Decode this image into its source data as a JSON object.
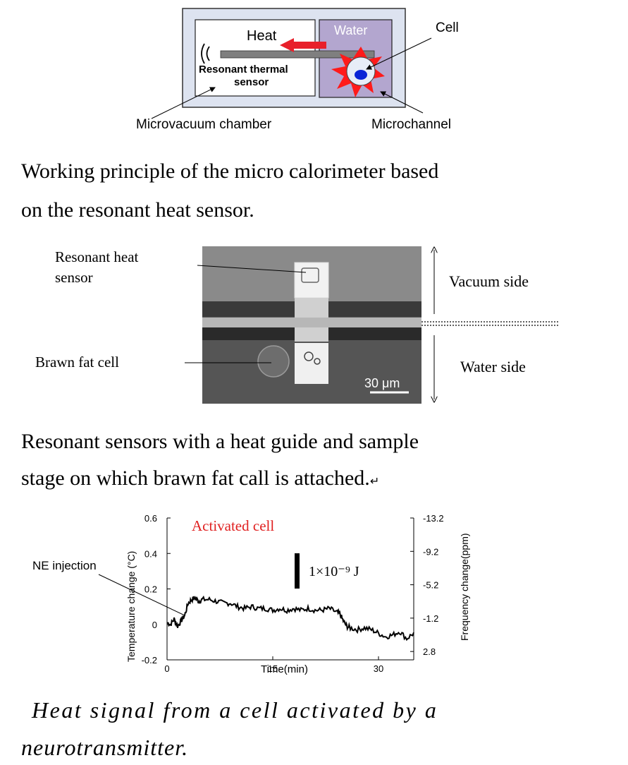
{
  "figure1": {
    "heat_label": "Heat",
    "water_label": "Water",
    "cell_label": "Cell",
    "sensor_label_line1": "Resonant thermal",
    "sensor_label_line2": "sensor",
    "chamber_label": "Microvacuum chamber",
    "microchannel_label": "Microchannel",
    "colors": {
      "outer_box": "#dde3f0",
      "water": "#b3a6cf",
      "heat_arrow": "#e8202a",
      "burst": "#ff1a1a",
      "nucleus": "#0a24d6",
      "bar": "#7f7f7f"
    },
    "caption_line1": "Working principle of the micro calorimeter based",
    "caption_line2": "on the resonant heat sensor."
  },
  "figure2": {
    "sensor_label_line1": "Resonant heat",
    "sensor_label_line2": "sensor",
    "cell_label": "Brawn fat cell",
    "vacuum_label": "Vacuum side",
    "water_label": "Water side",
    "scale_label": "30 μm",
    "caption_line1": "Resonant sensors with a heat guide and sample",
    "caption_line2": "stage on which brawn fat call is attached.",
    "caption_mark": "↵"
  },
  "figure3": {
    "caption_line1": "Heat signal from a cell activated by a",
    "caption_line2": "neurotransmitter."
  },
  "chart_data": {
    "type": "line",
    "title": "Activated cell",
    "title_color": "#e02020",
    "xlabel": "Time(min)",
    "ylabel": "Temperature change (°C)",
    "y2label": "Frequency change(ppm)",
    "xlim": [
      0,
      35
    ],
    "ylim": [
      -0.2,
      0.6
    ],
    "x_ticks": [
      "0",
      "15",
      "30"
    ],
    "x_tick_values": [
      0,
      15,
      30
    ],
    "y_ticks": [
      "-0.2",
      "0",
      "0.2",
      "0.4",
      "0.6"
    ],
    "y_tick_values": [
      -0.2,
      0,
      0.2,
      0.4,
      0.6
    ],
    "y2_ticks": [
      "2.8",
      "-1.2",
      "-5.2",
      "-9.2",
      "-13.2"
    ],
    "y2_tick_values": [
      2.8,
      -1.2,
      -5.2,
      -9.2,
      -13.2
    ],
    "y2lim": [
      3.8,
      -13.2
    ],
    "grid": false,
    "annotation_injection": "NE injection",
    "annotation_scale": "1×10⁻⁹ J",
    "series": [
      {
        "x": [
          0,
          0.5,
          1,
          1.5,
          2,
          2.5,
          3,
          3.5,
          4,
          4.5,
          5,
          6,
          7,
          8,
          9,
          10,
          11,
          12,
          13,
          14,
          15,
          16,
          17,
          18,
          19,
          20,
          21,
          22,
          23,
          24,
          24.5,
          25,
          25.5,
          26,
          27,
          28,
          29,
          30,
          31,
          32,
          33,
          34,
          35
        ],
        "values": [
          0.01,
          0.0,
          0.03,
          -0.01,
          0.02,
          0.05,
          0.12,
          0.14,
          0.15,
          0.13,
          0.14,
          0.14,
          0.13,
          0.12,
          0.12,
          0.1,
          0.09,
          0.1,
          0.09,
          0.09,
          0.08,
          0.09,
          0.08,
          0.09,
          0.08,
          0.09,
          0.08,
          0.08,
          0.09,
          0.07,
          0.06,
          0.02,
          -0.01,
          -0.02,
          -0.03,
          -0.02,
          -0.03,
          -0.05,
          -0.07,
          -0.06,
          -0.04,
          -0.08,
          -0.05
        ]
      }
    ]
  }
}
